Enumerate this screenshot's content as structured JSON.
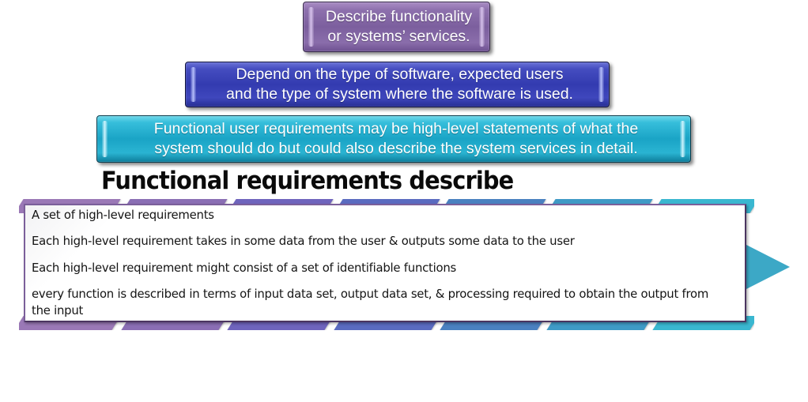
{
  "slide": {
    "title": "Functional requirements describe",
    "background_color": "#ffffff"
  },
  "callouts": [
    {
      "id": "purple",
      "text": "Describe functionality\nor systems’ services.",
      "color": "#7c5f9e",
      "accent": "#a98cc4"
    },
    {
      "id": "blue",
      "text": "Depend on the type of software, expected users\nand the type of system where the software is used.",
      "color": "#333bb0",
      "accent": "#6a72d6"
    },
    {
      "id": "cyan",
      "text": "Functional user requirements may be high-level statements of what the\nsystem should do but could also describe the system services in detail.",
      "color": "#1aa4c6",
      "accent": "#6fd8ea"
    }
  ],
  "banner": {
    "arrow_color": "#3ca8c6",
    "panel_border_color": "#7b5f9a",
    "chevron_colors": [
      "#9a78b6",
      "#8a6eb4",
      "#6f64bd",
      "#5a6bc0",
      "#4a81c0",
      "#3f9ac6",
      "#3ab7d0"
    ],
    "items": [
      "A set of high-level requirements",
      "Each high-level requirement takes in some data from the user & outputs some data to the user",
      "Each high-level requirement might consist of a set of identifiable functions",
      "every function is described in terms of input data set, output data set, & processing required to obtain the output from the input"
    ]
  }
}
